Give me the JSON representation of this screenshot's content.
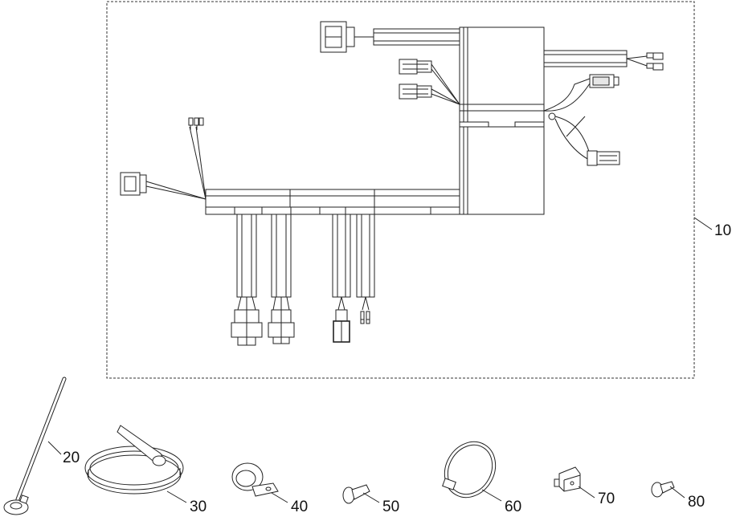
{
  "parts": [
    {
      "id": "wire-harness",
      "label": "10"
    },
    {
      "id": "long-cable-tie-mount",
      "label": "20"
    },
    {
      "id": "cable-tie",
      "label": "30"
    },
    {
      "id": "cable-clamp",
      "label": "40"
    },
    {
      "id": "screw",
      "label": "50"
    },
    {
      "id": "hose-clamp",
      "label": "60"
    },
    {
      "id": "bracket",
      "label": "70"
    },
    {
      "id": "bolt",
      "label": "80"
    }
  ]
}
